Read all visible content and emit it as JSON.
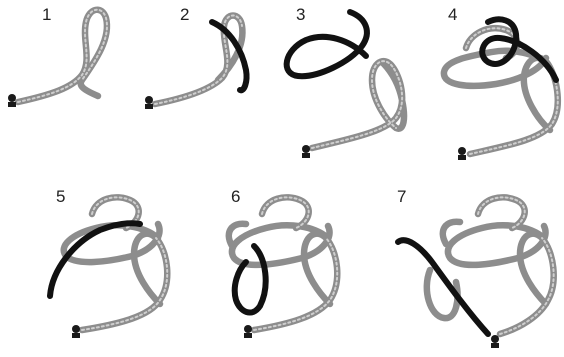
{
  "diagram": {
    "steps": [
      {
        "label": "1"
      },
      {
        "label": "2"
      },
      {
        "label": "3"
      },
      {
        "label": "4"
      },
      {
        "label": "5"
      },
      {
        "label": "6"
      },
      {
        "label": "7"
      }
    ]
  },
  "colors": {
    "rope_grey": "#8d8d8d",
    "rope_active": "#111111",
    "background": "#ffffff"
  }
}
